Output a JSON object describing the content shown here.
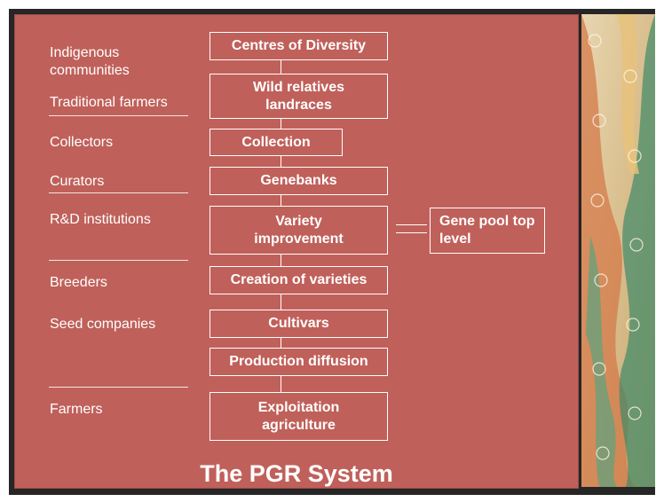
{
  "title": "The PGR System",
  "colors": {
    "panel": "#c0605a",
    "frame": "#262626",
    "text": "#ffffff"
  },
  "actors": [
    "Indigenous communities",
    "Traditional farmers",
    "Collectors",
    "Curators",
    "R&D institutions",
    "Breeders",
    "Seed companies",
    "Farmers"
  ],
  "stages": [
    "Centres of Diversity",
    "Wild relatives landraces",
    "Collection",
    "Genebanks",
    "Variety improvement",
    "Creation of varieties",
    "Cultivars",
    "Production diffusion",
    "Exploitation agriculture"
  ],
  "side_box": "Gene pool top level"
}
